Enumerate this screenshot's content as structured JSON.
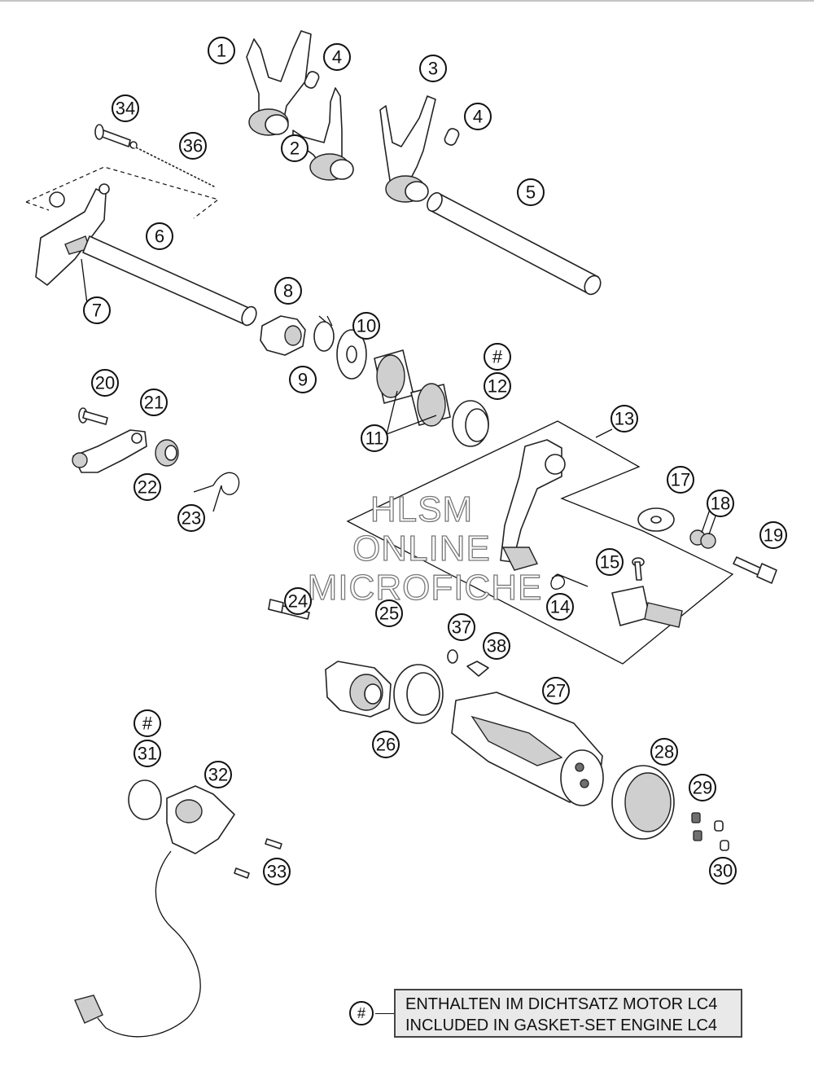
{
  "callouts": [
    {
      "id": "c1",
      "label": "1"
    },
    {
      "id": "c2",
      "label": "2"
    },
    {
      "id": "c3",
      "label": "3"
    },
    {
      "id": "c4a",
      "label": "4"
    },
    {
      "id": "c4b",
      "label": "4"
    },
    {
      "id": "c5",
      "label": "5"
    },
    {
      "id": "c6",
      "label": "6"
    },
    {
      "id": "c7",
      "label": "7"
    },
    {
      "id": "c8",
      "label": "8"
    },
    {
      "id": "c9",
      "label": "9"
    },
    {
      "id": "c10",
      "label": "10"
    },
    {
      "id": "c11",
      "label": "11"
    },
    {
      "id": "c12",
      "label": "12"
    },
    {
      "id": "c12h",
      "label": "#"
    },
    {
      "id": "c13",
      "label": "13"
    },
    {
      "id": "c14",
      "label": "14"
    },
    {
      "id": "c15",
      "label": "15"
    },
    {
      "id": "c17",
      "label": "17"
    },
    {
      "id": "c18",
      "label": "18"
    },
    {
      "id": "c19",
      "label": "19"
    },
    {
      "id": "c20",
      "label": "20"
    },
    {
      "id": "c21",
      "label": "21"
    },
    {
      "id": "c22",
      "label": "22"
    },
    {
      "id": "c23",
      "label": "23"
    },
    {
      "id": "c24",
      "label": "24"
    },
    {
      "id": "c25",
      "label": "25"
    },
    {
      "id": "c26",
      "label": "26"
    },
    {
      "id": "c27",
      "label": "27"
    },
    {
      "id": "c28",
      "label": "28"
    },
    {
      "id": "c29",
      "label": "29"
    },
    {
      "id": "c30",
      "label": "30"
    },
    {
      "id": "c31",
      "label": "31"
    },
    {
      "id": "c31h",
      "label": "#"
    },
    {
      "id": "c32",
      "label": "32"
    },
    {
      "id": "c33",
      "label": "33"
    },
    {
      "id": "c34",
      "label": "34"
    },
    {
      "id": "c36",
      "label": "36"
    },
    {
      "id": "c37",
      "label": "37"
    },
    {
      "id": "c38",
      "label": "38"
    }
  ],
  "watermark": {
    "line1": "HLSM",
    "line2": "ONLINE",
    "line3": "MICROFICHE"
  },
  "legend": {
    "symbol": "#",
    "line1": "ENTHALTEN IM DICHTSATZ MOTOR LC4",
    "line2": "INCLUDED IN GASKET-SET ENGINE LC4"
  }
}
